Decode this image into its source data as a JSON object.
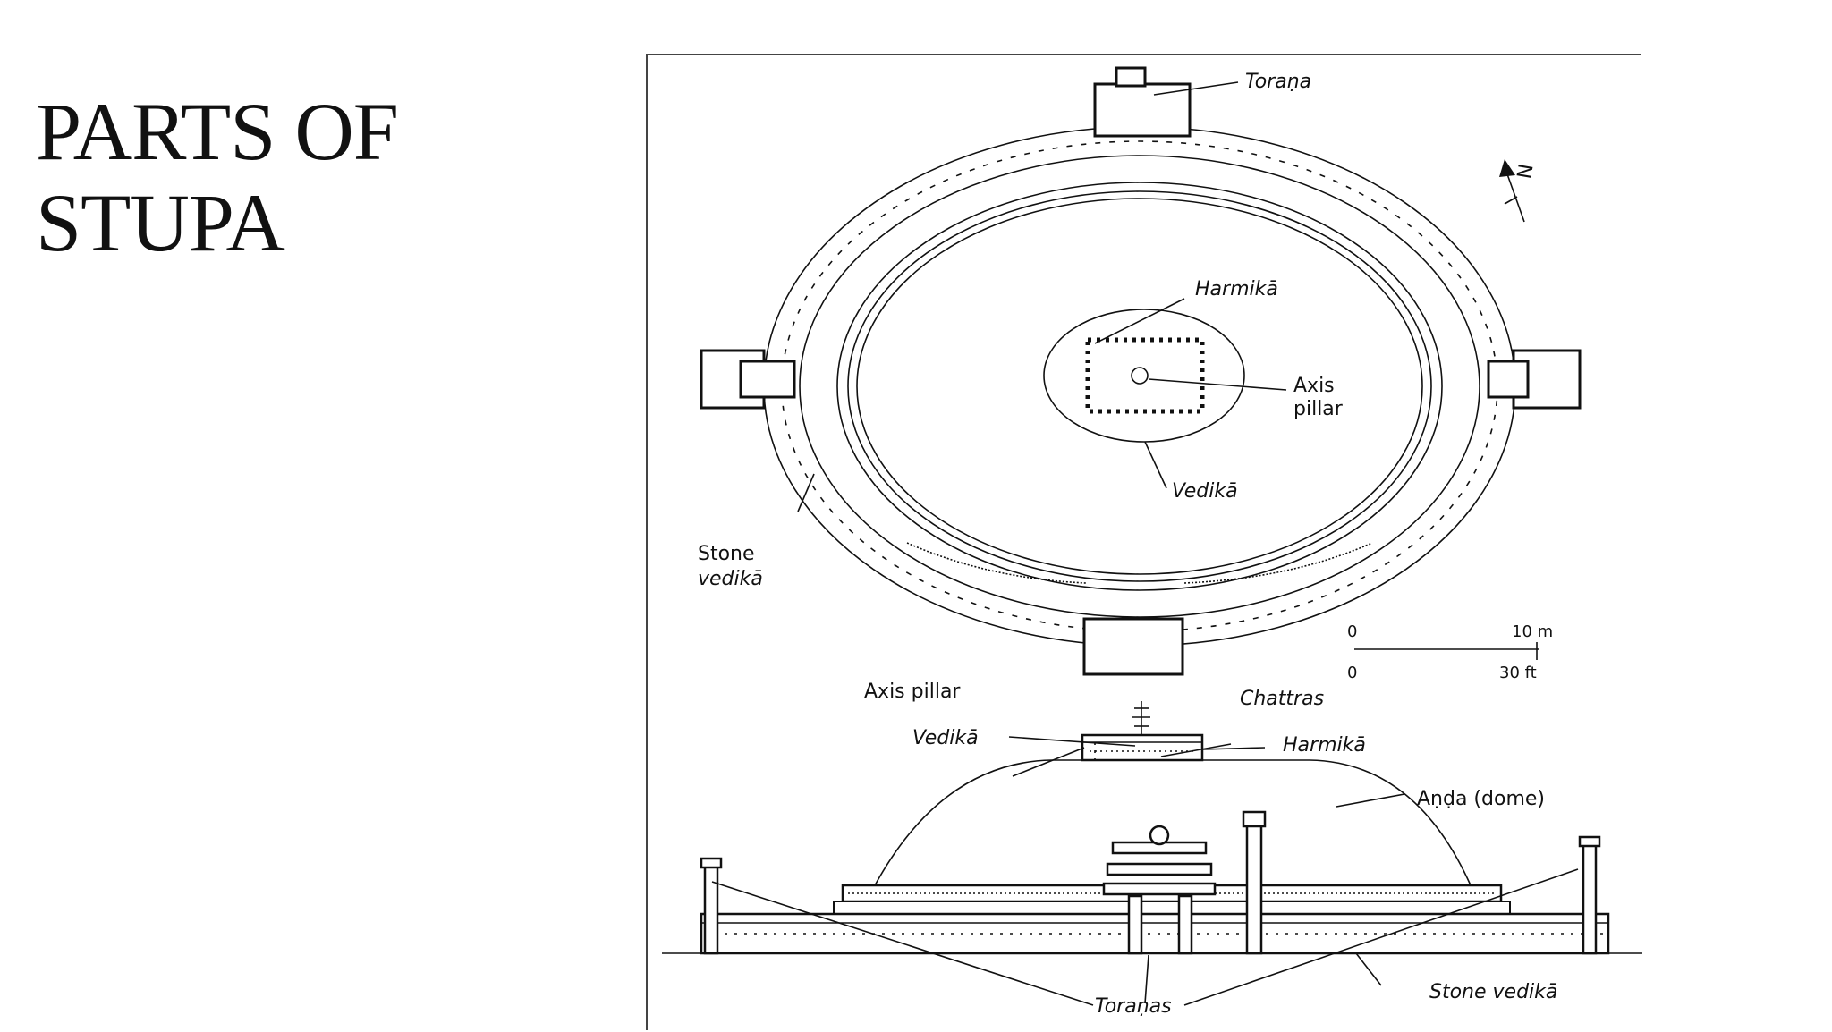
{
  "slide": {
    "title_line1": "PARTS OF",
    "title_line2": "STUPA"
  },
  "diagram": {
    "labels": {
      "torana_top": "Toraṇa",
      "north": "N",
      "harmika_plan": "Harmikā",
      "axis_plan_1": "Axis",
      "axis_plan_2": "pillar",
      "vedika_plan": "Vedikā",
      "stone_vedika_1": "Stone",
      "stone_vedika_2": "vedikā",
      "scale_zero_m": "0",
      "scale_10m": "10 m",
      "scale_zero_ft": "0",
      "scale_30ft": "30 ft",
      "axis_pillar_elev": "Axis pillar",
      "chattras": "Chattras",
      "vedika_elev": "Vedikā",
      "harmika_elev": "Harmikā",
      "anda": "Aṇḍa (dome)",
      "toranas": "Toraṇas",
      "stone_vedika_elev": "Stone vedikā"
    },
    "colors": {
      "ink": "#111111",
      "paper": "#ffffff"
    }
  }
}
